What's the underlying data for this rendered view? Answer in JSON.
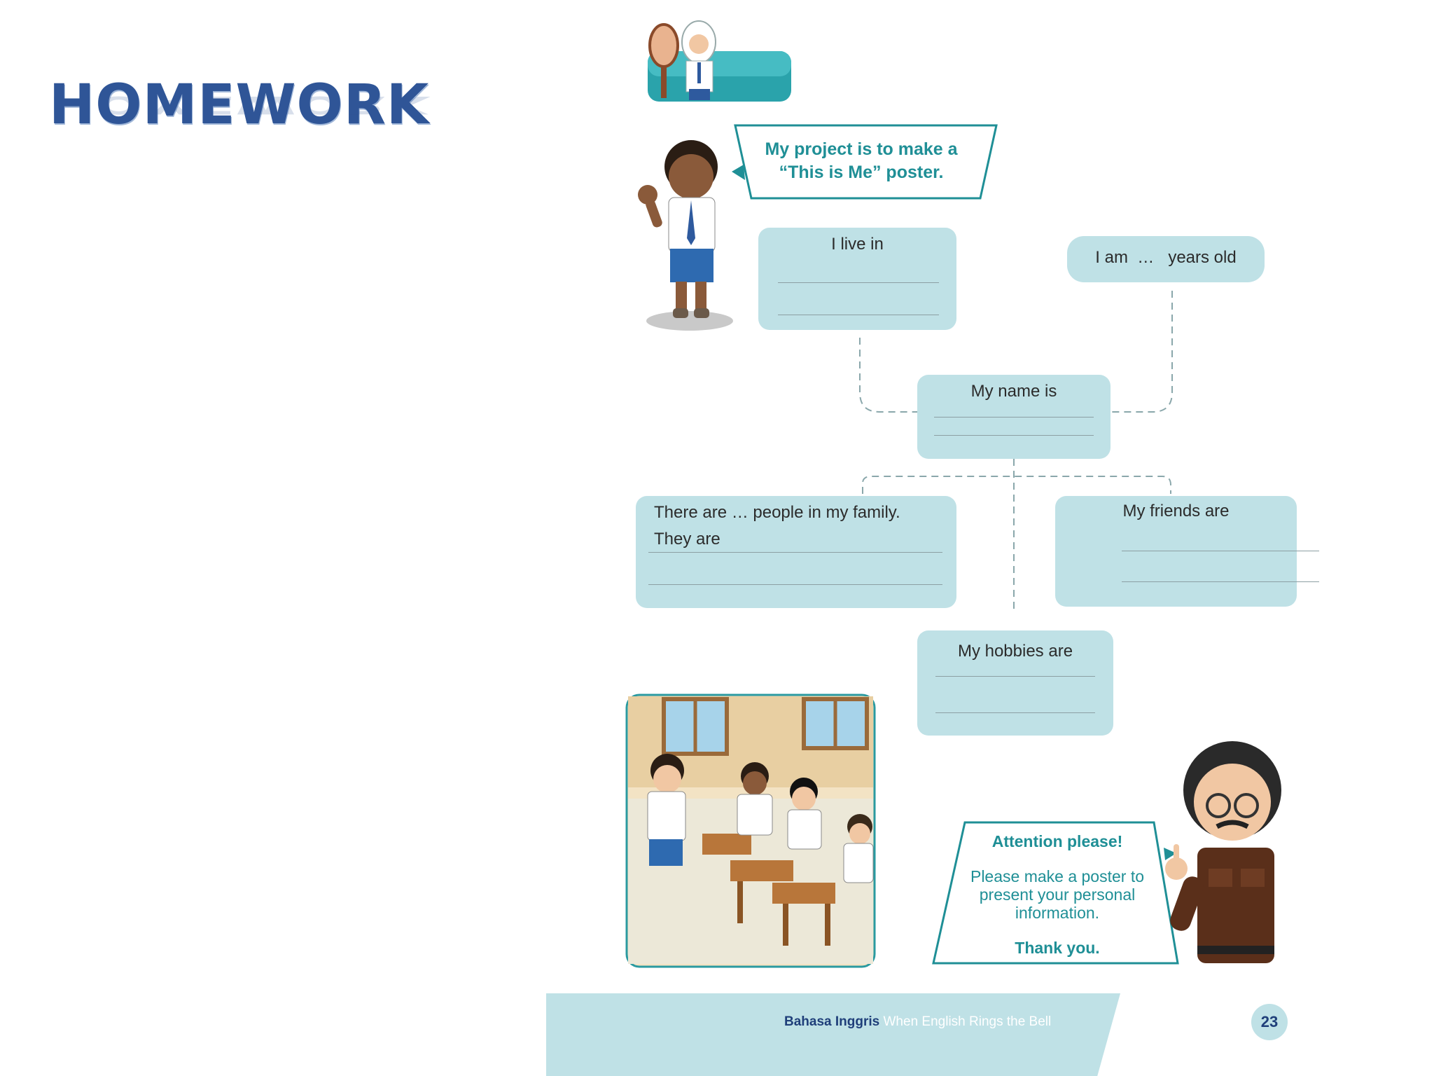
{
  "slide": {
    "title": "HOMEWORK"
  },
  "bubbles": {
    "student": "My project is to make a “This is Me” poster.",
    "teacher": {
      "heading": "Attention please!",
      "body": "Please make a poster to present your personal information.",
      "closing": "Thank you."
    }
  },
  "form": {
    "live": "I live in",
    "age": "I am  …   years old",
    "name": "My name is",
    "family_line1": "There are …  people in my family.",
    "family_line2": "They are",
    "friends": "My friends are",
    "hobbies": "My hobbies are"
  },
  "footer": {
    "book": "Bahasa Inggris",
    "subtitle": "When English Rings the Bell",
    "page": "23"
  },
  "colors": {
    "title": "#2f5597",
    "box": "#bfe1e6",
    "teal": "#1f8f96",
    "footer_text": "#1f3f7a"
  }
}
